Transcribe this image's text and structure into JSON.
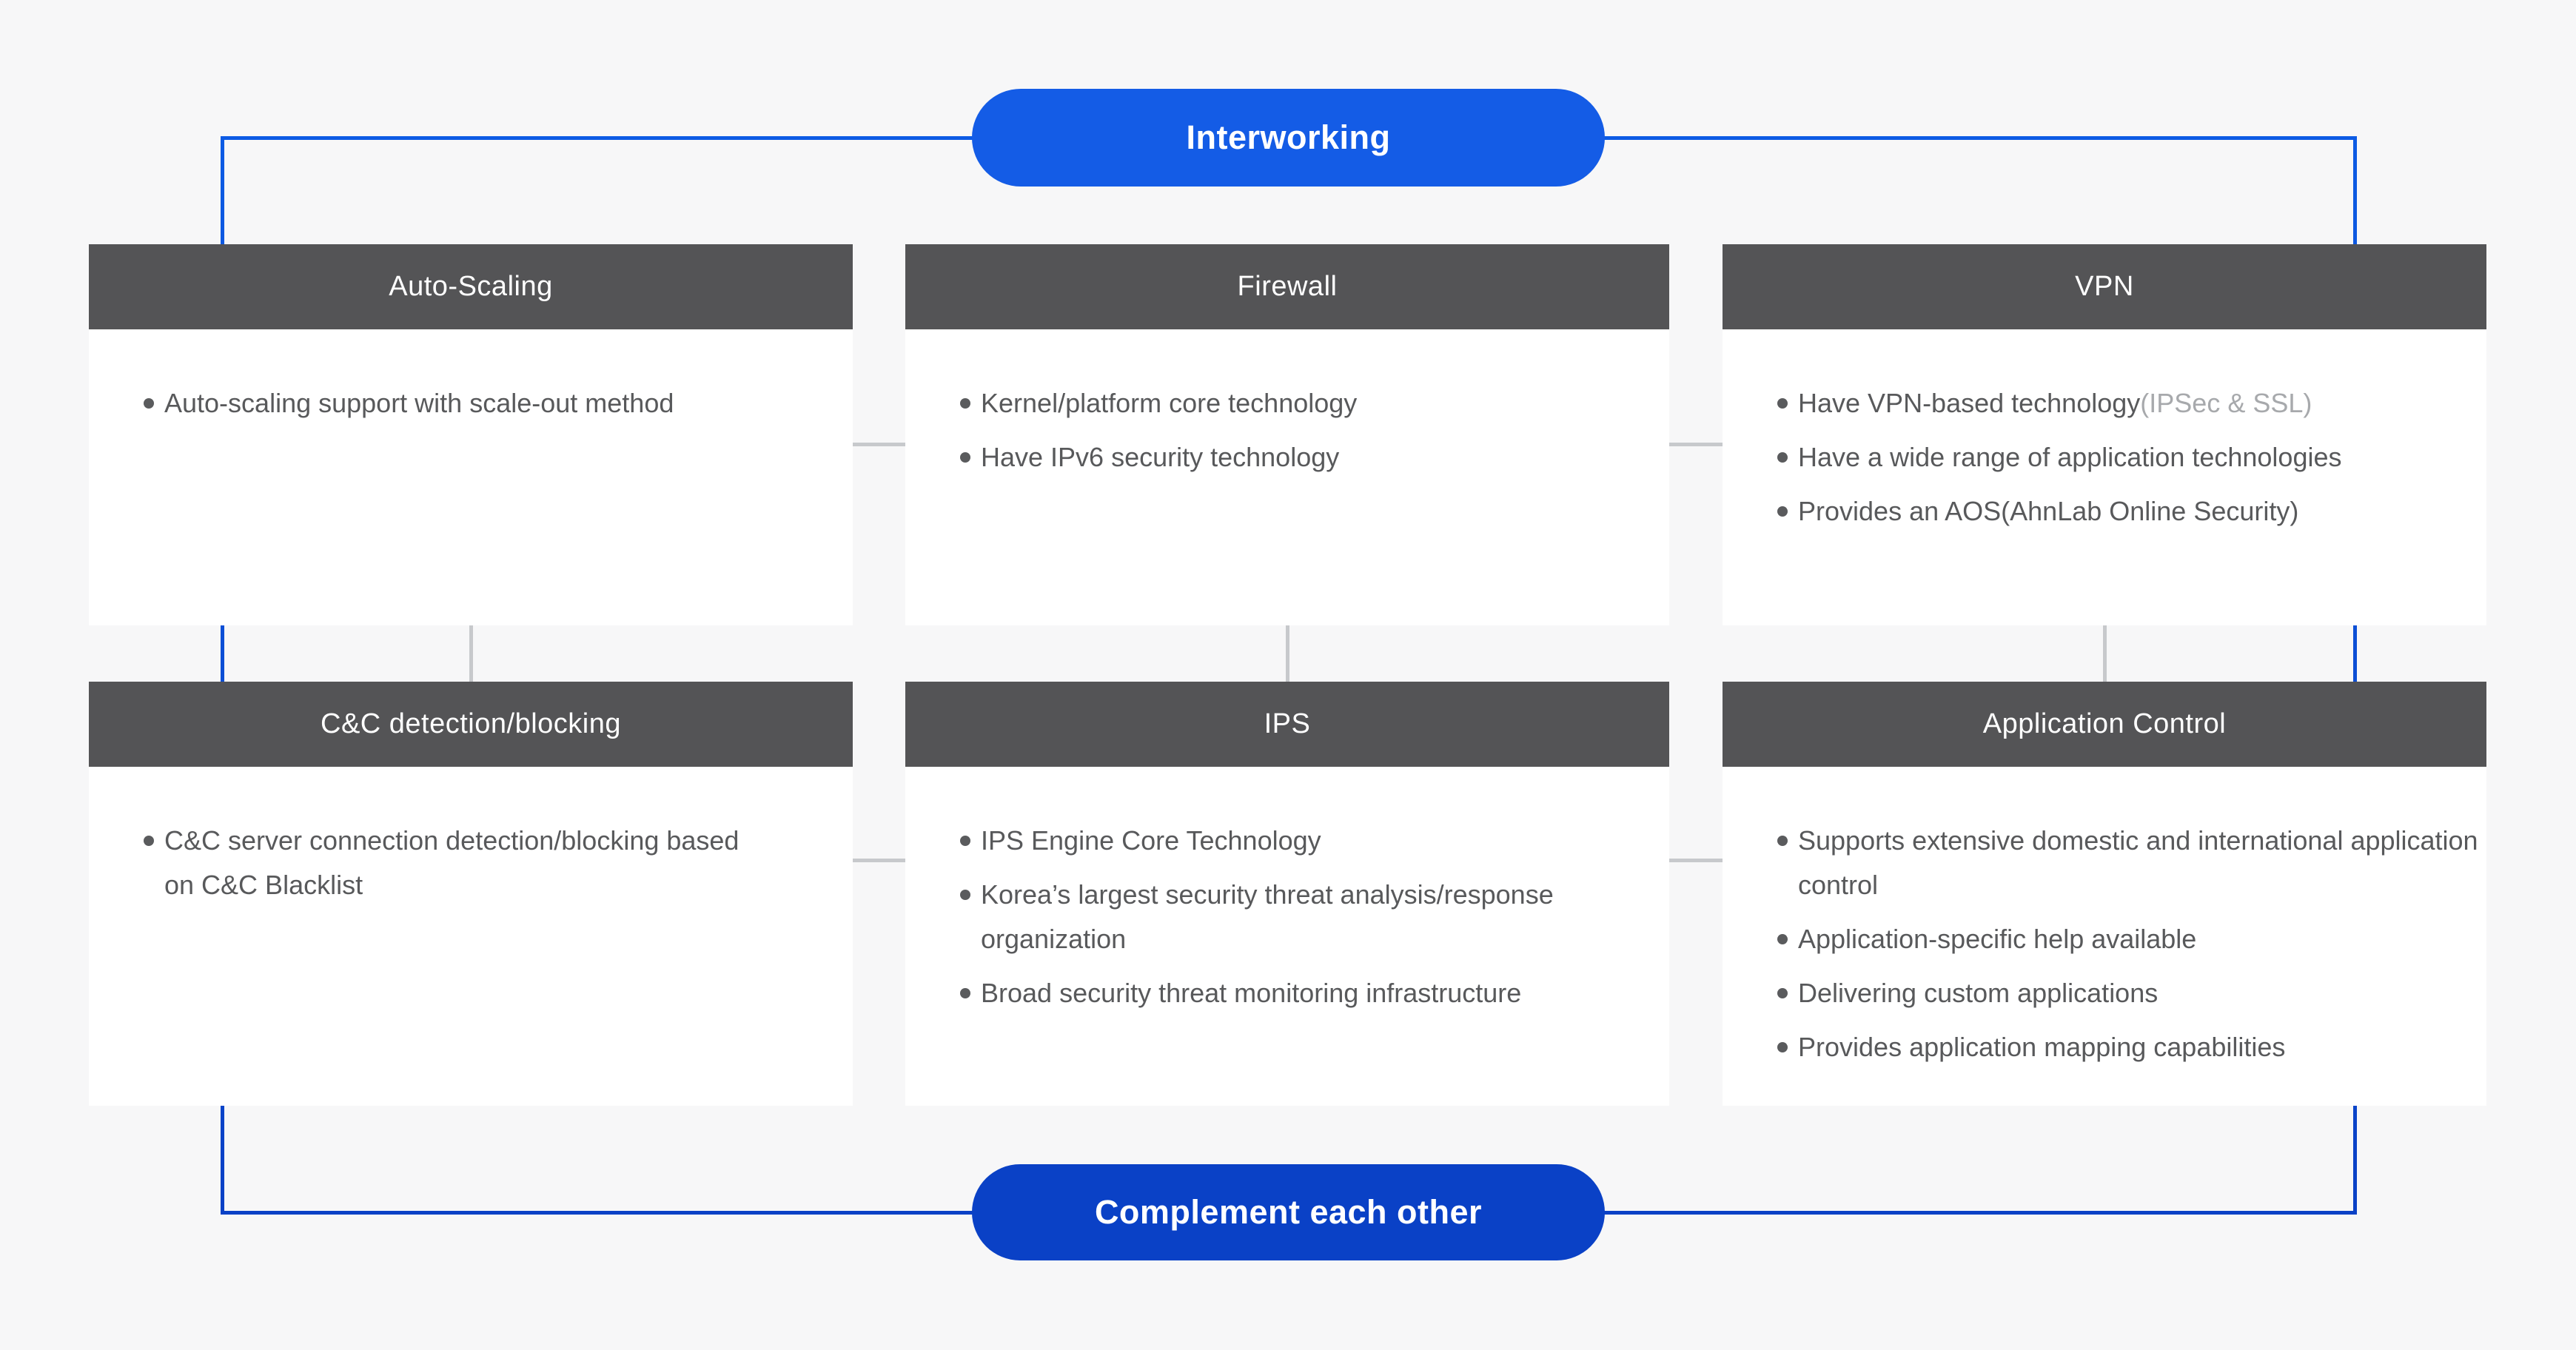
{
  "pills": {
    "top": {
      "label": "Interworking",
      "color": "#145ce6"
    },
    "bottom": {
      "label": "Complement each other",
      "color": "#0a41c6"
    }
  },
  "colors": {
    "background": "#f7f7f8",
    "box_header": "#545456",
    "box_body": "#ffffff",
    "bullet_text": "#58595b",
    "muted_text": "#a7a9ac",
    "connector_blue_top": "#0d5be4",
    "connector_blue_bottom": "#0a41c6",
    "connector_gray": "#c7c9cc"
  },
  "boxes": [
    {
      "title": "Auto-Scaling",
      "bullets": [
        {
          "text": "Auto-scaling support with scale-out method"
        }
      ]
    },
    {
      "title": "Firewall",
      "bullets": [
        {
          "text": "Kernel/platform core technology"
        },
        {
          "text": "Have IPv6 security technology"
        }
      ]
    },
    {
      "title": "VPN",
      "bullets": [
        {
          "text": "Have VPN-based technology",
          "suffix": "(IPSec & SSL)"
        },
        {
          "text": "Have a wide range of application technologies"
        },
        {
          "text": "Provides an AOS(AhnLab Online Security)"
        }
      ]
    },
    {
      "title": "C&C detection/blocking",
      "bullets": [
        {
          "text": "C&C server connection detection/blocking based on C&C Blacklist"
        }
      ]
    },
    {
      "title": "IPS",
      "bullets": [
        {
          "text": "IPS Engine Core Technology"
        },
        {
          "text": "Korea’s largest security threat analysis/response organization"
        },
        {
          "text": "Broad security threat monitoring infrastructure"
        }
      ]
    },
    {
      "title": "Application Control",
      "bullets": [
        {
          "text": "Supports extensive domestic and international application control"
        },
        {
          "text": "Application-specific help available"
        },
        {
          "text": "Delivering custom applications"
        },
        {
          "text": "Provides application mapping capabilities"
        }
      ]
    }
  ]
}
